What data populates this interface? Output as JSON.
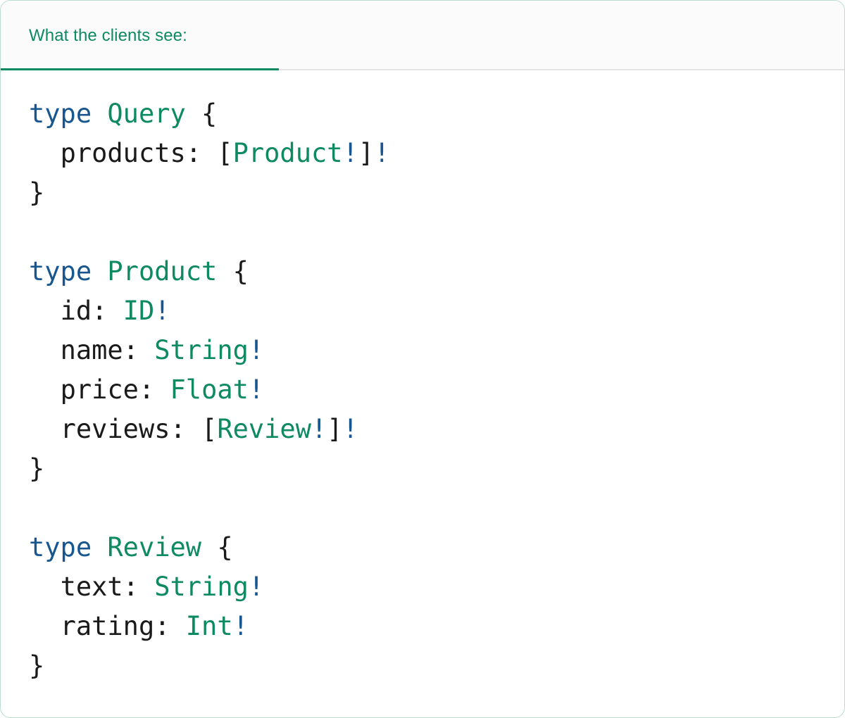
{
  "card": {
    "border_color": "#b9ddcd",
    "background": "#ffffff"
  },
  "header": {
    "background": "#fbfbfb",
    "divider_color": "#e3e3e5",
    "active_tab": {
      "label": "What the clients see:",
      "color": "#0e8a63",
      "underline_color": "#0e8a63"
    }
  },
  "editor": {
    "language": "graphql",
    "theme": {
      "keyword": "#17568f",
      "type_name": "#0e8a63",
      "punctuation": "#1a1a1a",
      "field_name": "#1a1a1a",
      "non_null": "#17568f",
      "background": "#ffffff"
    },
    "lines": [
      {
        "id": "line-1",
        "tokens": [
          {
            "t": "type",
            "c": "kw"
          },
          {
            "t": " ",
            "c": "pun"
          },
          {
            "t": "Query",
            "c": "type"
          },
          {
            "t": " {",
            "c": "pun"
          }
        ]
      },
      {
        "id": "line-2",
        "tokens": [
          {
            "t": "  ",
            "c": "pun"
          },
          {
            "t": "products",
            "c": "field"
          },
          {
            "t": ": [",
            "c": "pun"
          },
          {
            "t": "Product",
            "c": "type"
          },
          {
            "t": "!",
            "c": "bang"
          },
          {
            "t": "]",
            "c": "pun"
          },
          {
            "t": "!",
            "c": "bang"
          }
        ]
      },
      {
        "id": "line-3",
        "tokens": [
          {
            "t": "}",
            "c": "pun"
          }
        ]
      },
      {
        "id": "line-4",
        "tokens": []
      },
      {
        "id": "line-5",
        "tokens": [
          {
            "t": "type",
            "c": "kw"
          },
          {
            "t": " ",
            "c": "pun"
          },
          {
            "t": "Product",
            "c": "type"
          },
          {
            "t": " {",
            "c": "pun"
          }
        ]
      },
      {
        "id": "line-6",
        "tokens": [
          {
            "t": "  ",
            "c": "pun"
          },
          {
            "t": "id",
            "c": "field"
          },
          {
            "t": ": ",
            "c": "pun"
          },
          {
            "t": "ID",
            "c": "type"
          },
          {
            "t": "!",
            "c": "bang"
          }
        ]
      },
      {
        "id": "line-7",
        "tokens": [
          {
            "t": "  ",
            "c": "pun"
          },
          {
            "t": "name",
            "c": "field"
          },
          {
            "t": ": ",
            "c": "pun"
          },
          {
            "t": "String",
            "c": "type"
          },
          {
            "t": "!",
            "c": "bang"
          }
        ]
      },
      {
        "id": "line-8",
        "tokens": [
          {
            "t": "  ",
            "c": "pun"
          },
          {
            "t": "price",
            "c": "field"
          },
          {
            "t": ": ",
            "c": "pun"
          },
          {
            "t": "Float",
            "c": "type"
          },
          {
            "t": "!",
            "c": "bang"
          }
        ]
      },
      {
        "id": "line-9",
        "tokens": [
          {
            "t": "  ",
            "c": "pun"
          },
          {
            "t": "reviews",
            "c": "field"
          },
          {
            "t": ": [",
            "c": "pun"
          },
          {
            "t": "Review",
            "c": "type"
          },
          {
            "t": "!",
            "c": "bang"
          },
          {
            "t": "]",
            "c": "pun"
          },
          {
            "t": "!",
            "c": "bang"
          }
        ]
      },
      {
        "id": "line-10",
        "tokens": [
          {
            "t": "}",
            "c": "pun"
          }
        ]
      },
      {
        "id": "line-11",
        "tokens": []
      },
      {
        "id": "line-12",
        "tokens": [
          {
            "t": "type",
            "c": "kw"
          },
          {
            "t": " ",
            "c": "pun"
          },
          {
            "t": "Review",
            "c": "type"
          },
          {
            "t": " {",
            "c": "pun"
          }
        ]
      },
      {
        "id": "line-13",
        "tokens": [
          {
            "t": "  ",
            "c": "pun"
          },
          {
            "t": "text",
            "c": "field"
          },
          {
            "t": ": ",
            "c": "pun"
          },
          {
            "t": "String",
            "c": "type"
          },
          {
            "t": "!",
            "c": "bang"
          }
        ]
      },
      {
        "id": "line-14",
        "tokens": [
          {
            "t": "  ",
            "c": "pun"
          },
          {
            "t": "rating",
            "c": "field"
          },
          {
            "t": ": ",
            "c": "pun"
          },
          {
            "t": "Int",
            "c": "type"
          },
          {
            "t": "!",
            "c": "bang"
          }
        ]
      },
      {
        "id": "line-15",
        "tokens": [
          {
            "t": "}",
            "c": "pun"
          }
        ]
      }
    ]
  }
}
